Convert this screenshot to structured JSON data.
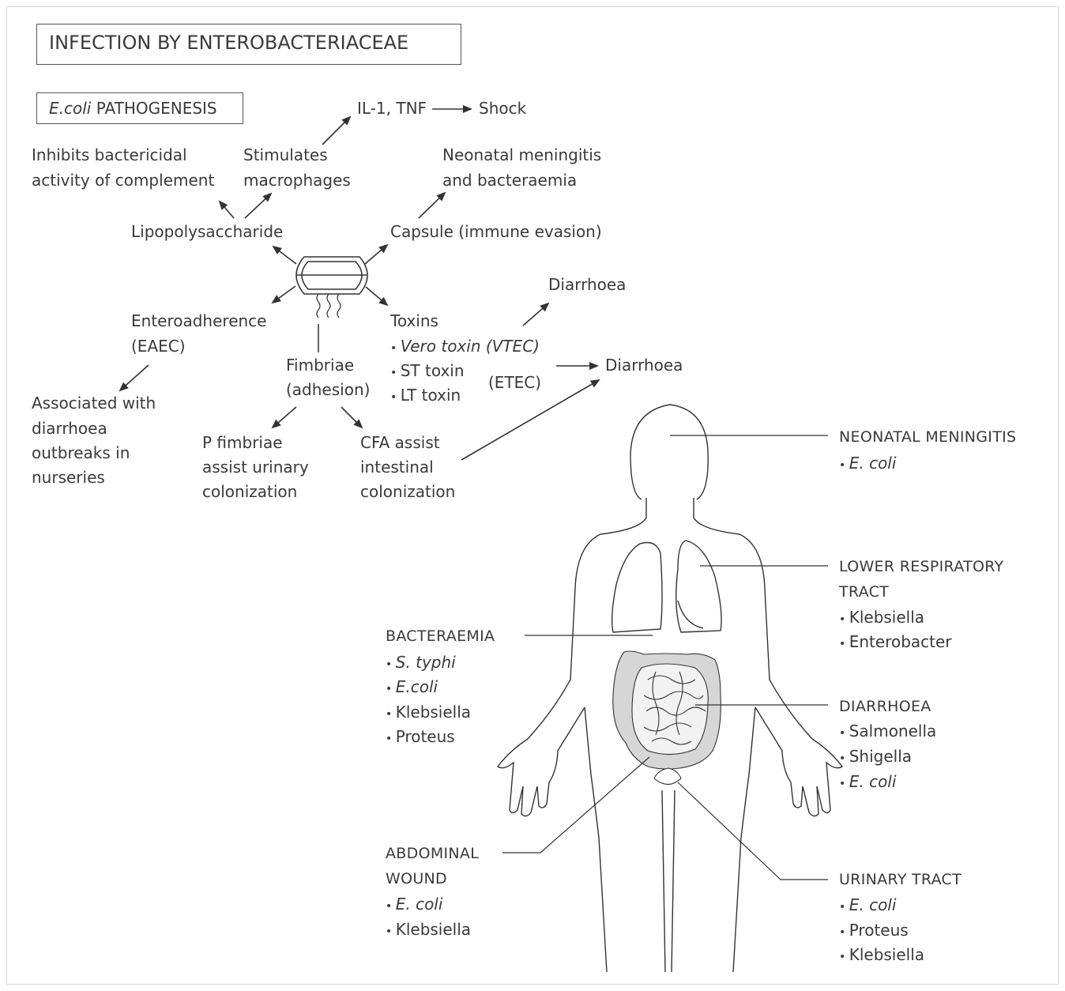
{
  "title": "INFECTION BY ENTEROBACTERIACEAE",
  "pathogenesis": {
    "heading_italic": "E.coli",
    "heading_rest": " PATHOGENESIS",
    "il1_tnf": "IL-1, TNF",
    "shock": "Shock",
    "inhibits": [
      "Inhibits bactericidal",
      "activity of complement"
    ],
    "stimulates": [
      "Stimulates",
      "macrophages"
    ],
    "neonatal": [
      "Neonatal meningitis",
      "and bacteraemia"
    ],
    "lps": "Lipopolysaccharide",
    "capsule": "Capsule (immune evasion)",
    "diarrhoea1": "Diarrhoea",
    "enteroadherence": [
      "Enteroadherence",
      "(EAEC)"
    ],
    "toxins": "Toxins",
    "toxin_items": [
      "Vero toxin (VTEC)",
      "ST toxin",
      "LT toxin"
    ],
    "etec": "(ETEC)",
    "diarrhoea2": "Diarrhoea",
    "fimbriae": [
      "Fimbriae",
      "(adhesion)"
    ],
    "associated": [
      "Associated with",
      "diarrhoea",
      "outbreaks in",
      "nurseries"
    ],
    "p_fimbriae": [
      "P fimbriae",
      "assist urinary",
      "colonization"
    ],
    "cfa": [
      "CFA assist",
      "intestinal",
      "colonization"
    ]
  },
  "sites": {
    "neonatal_meningitis": {
      "title": "NEONATAL MENINGITIS",
      "items": [
        "E. coli"
      ]
    },
    "lower_resp": {
      "title": [
        "LOWER RESPIRATORY",
        "TRACT"
      ],
      "items": [
        "Klebsiella",
        "Enterobacter"
      ]
    },
    "bacteraemia": {
      "title": "BACTERAEMIA",
      "items": [
        "S. typhi",
        "E.coli",
        "Klebsiella",
        "Proteus"
      ]
    },
    "diarrhoea": {
      "title": "DIARRHOEA",
      "items": [
        "Salmonella",
        "Shigella",
        "E. coli"
      ]
    },
    "abdominal": {
      "title": [
        "ABDOMINAL",
        "WOUND"
      ],
      "items": [
        "E. coli",
        "Klebsiella"
      ]
    },
    "urinary": {
      "title": "URINARY TRACT",
      "items": [
        "E. coli",
        "Proteus",
        "Klebsiella"
      ]
    }
  }
}
